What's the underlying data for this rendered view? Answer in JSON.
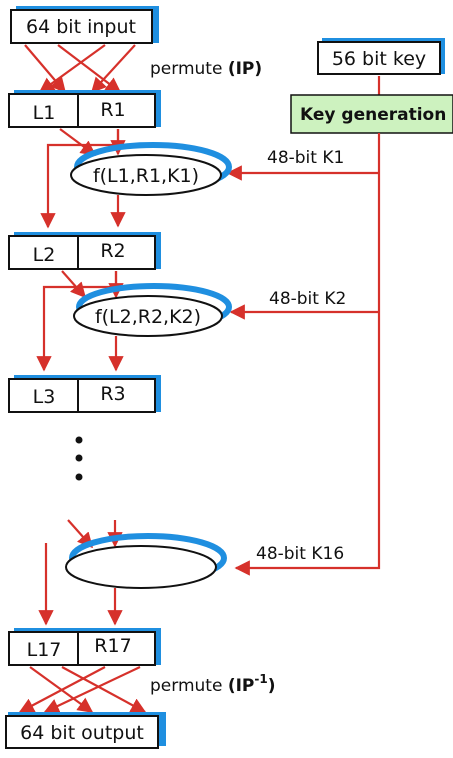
{
  "input_label": "64 bit input",
  "permute_ip_text": "permute",
  "permute_ip_abbr": "(IP)",
  "key_label": "56 bit key",
  "key_generation_label": "Key generation",
  "rounds": [
    {
      "l": "L1",
      "r": "R1"
    },
    {
      "l": "L2",
      "r": "R2"
    },
    {
      "l": "L3",
      "r": "R3"
    },
    {
      "l": "L17",
      "r": "R17"
    }
  ],
  "functions": [
    "f(L1,R1,K1)",
    "f(L2,R2,K2)",
    ""
  ],
  "subkeys": [
    "48-bit K1",
    "48-bit K2",
    "48-bit K16"
  ],
  "permute_final_text": "permute",
  "permute_final_abbr": "(IP",
  "permute_final_sup": "-1",
  "permute_final_close": ")",
  "output_label": "64 bit output",
  "colors": {
    "arrow": "#d6312b",
    "shadow": "#1f8fe0",
    "keygen_bg": "#cdf2bf"
  }
}
